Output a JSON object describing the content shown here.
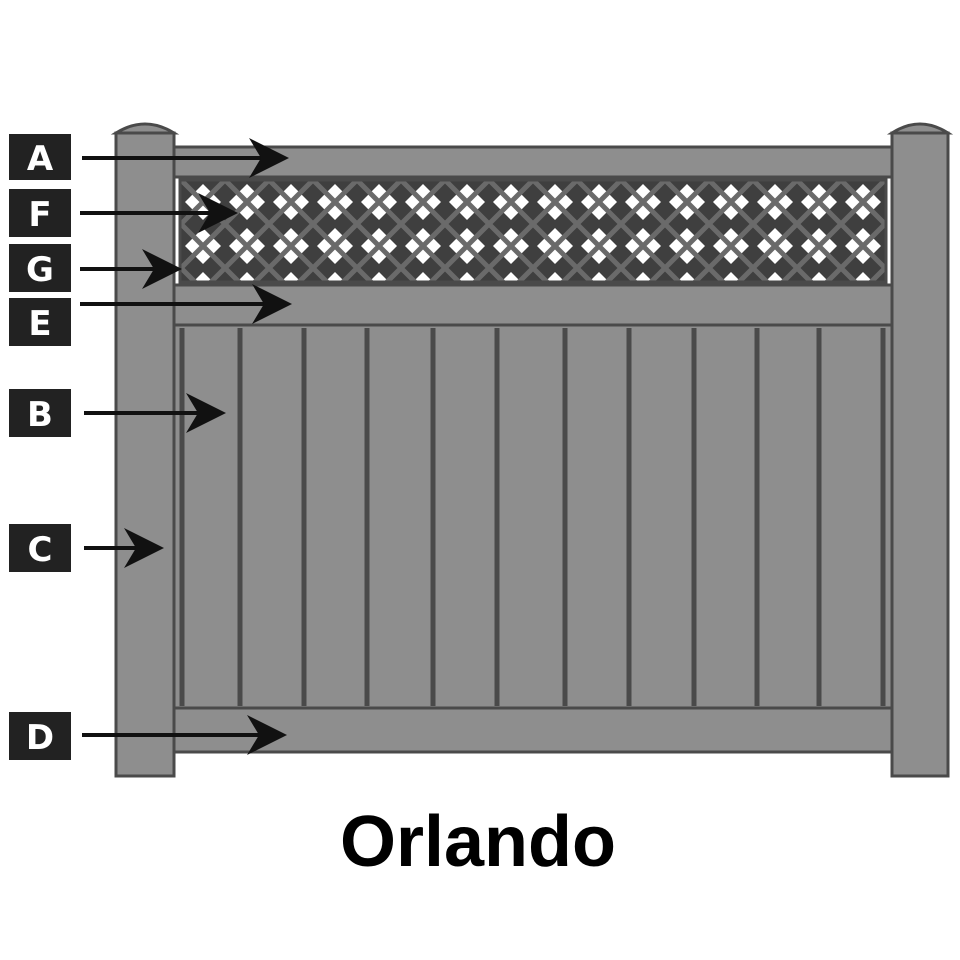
{
  "title": "Orlando",
  "labels": [
    {
      "id": "A",
      "text": "A"
    },
    {
      "id": "F",
      "text": "F"
    },
    {
      "id": "G",
      "text": "G"
    },
    {
      "id": "E",
      "text": "E"
    },
    {
      "id": "B",
      "text": "B"
    },
    {
      "id": "C",
      "text": "C"
    },
    {
      "id": "D",
      "text": "D"
    }
  ],
  "colors": {
    "fence": "#8e8e8e",
    "fence_dark": "#4a4a4a",
    "label_bg": "#222222",
    "arrow": "#111111"
  }
}
